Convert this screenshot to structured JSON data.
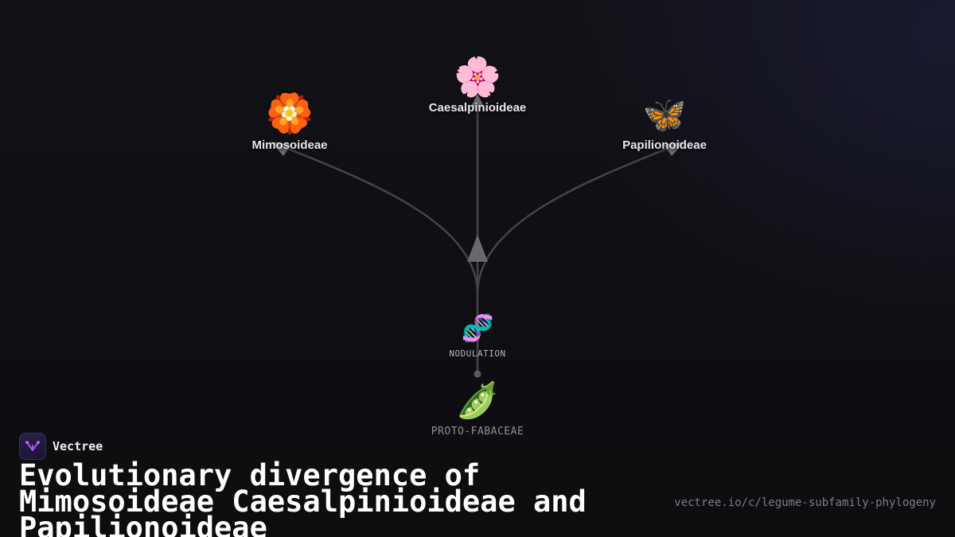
{
  "diagram": {
    "root": {
      "emoji": "🫛",
      "icon": "pea-pod-icon",
      "label": "PROTO-FABACEAE"
    },
    "event": {
      "emoji": "🧬",
      "icon": "dna-icon",
      "label": "NODULATION"
    },
    "branches": [
      {
        "emoji": "🏵️",
        "icon": "rosette-flower-icon",
        "label": "Mimosoideae"
      },
      {
        "emoji": "🌸",
        "icon": "cherry-blossom-icon",
        "label": "Caesalpinioideae"
      },
      {
        "emoji": "🦋",
        "icon": "butterfly-icon",
        "label": "Papilionoideae"
      }
    ],
    "colors": {
      "edge": "#454548",
      "arrow": "#6a6a6e",
      "root_label": "#8d8d95",
      "event_label": "#b4b4bc"
    }
  },
  "brand": {
    "name": "Vectree",
    "logo_icon": "vectree-logo-icon",
    "accent": "#a855f7"
  },
  "title": "Evolutionary divergence of Mimosoideae Caesalpinioideae and Papilionoideae",
  "url": "vectree.io/c/legume-subfamily-phylogeny"
}
